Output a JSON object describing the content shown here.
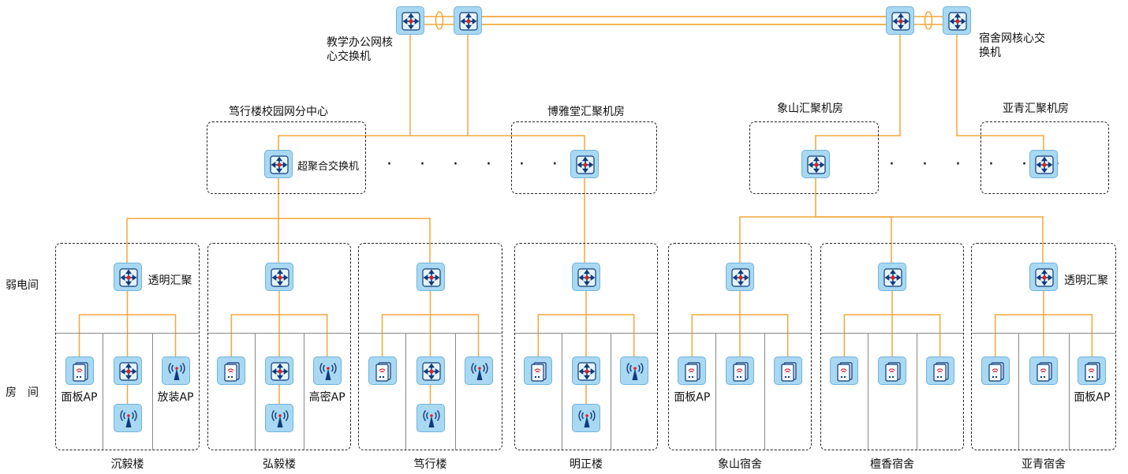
{
  "core": {
    "left_label": "教学办公网核心交换机",
    "right_label": "宿舍网核心交换机"
  },
  "centers": [
    {
      "title": "笃行楼校园网分中心",
      "switch_label": "超聚合交换机"
    },
    {
      "title": "博雅堂汇聚机房"
    },
    {
      "title": "象山汇聚机房"
    },
    {
      "title": "亚青汇聚机房"
    }
  ],
  "ellipsis": "· · · · · ·",
  "row_labels": {
    "weak_room": "弱电间",
    "room": "房　间"
  },
  "buildings": [
    {
      "name": "沉毅楼",
      "agg_label": "透明汇聚",
      "rooms": [
        {
          "type": "panel",
          "label": "面板AP"
        },
        {
          "type": "switch+ap",
          "label": ""
        },
        {
          "type": "ap",
          "label": "放装AP"
        }
      ]
    },
    {
      "name": "弘毅楼",
      "agg_label": "",
      "rooms": [
        {
          "type": "panel",
          "label": ""
        },
        {
          "type": "switch+ap",
          "label": ""
        },
        {
          "type": "ap",
          "label": "高密AP"
        }
      ]
    },
    {
      "name": "笃行楼",
      "agg_label": "",
      "rooms": [
        {
          "type": "panel",
          "label": ""
        },
        {
          "type": "switch+ap",
          "label": ""
        },
        {
          "type": "ap",
          "label": ""
        }
      ]
    },
    {
      "name": "明正楼",
      "agg_label": "",
      "rooms": [
        {
          "type": "panel",
          "label": ""
        },
        {
          "type": "switch+ap",
          "label": ""
        },
        {
          "type": "ap",
          "label": ""
        }
      ]
    },
    {
      "name": "象山宿舍",
      "agg_label": "",
      "rooms": [
        {
          "type": "panel",
          "label": "面板AP"
        },
        {
          "type": "panel",
          "label": ""
        },
        {
          "type": "panel",
          "label": ""
        }
      ]
    },
    {
      "name": "檀香宿舍",
      "agg_label": "",
      "rooms": [
        {
          "type": "panel",
          "label": ""
        },
        {
          "type": "panel",
          "label": ""
        },
        {
          "type": "panel",
          "label": ""
        }
      ]
    },
    {
      "name": "亚青宿舍",
      "agg_label": "透明汇聚",
      "rooms": [
        {
          "type": "panel",
          "label": ""
        },
        {
          "type": "panel",
          "label": ""
        },
        {
          "type": "panel",
          "label": "面板AP"
        }
      ]
    }
  ],
  "colors": {
    "link": "#f3a73a",
    "device_fill": "#a9d8f2",
    "device_border": "#6fb3dc",
    "arrow": "#0d3c7a",
    "center_dot": "#d6262b"
  }
}
